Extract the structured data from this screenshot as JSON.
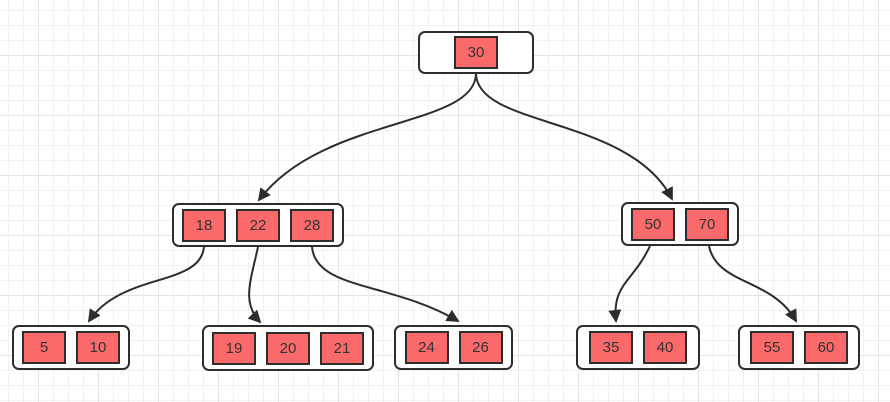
{
  "colors": {
    "key_fill": "#fa6a6a",
    "stroke": "#2d2d2d",
    "node_fill": "#ffffff",
    "text": "#333333",
    "grid_minor": "#f2f2f2",
    "grid_major": "#e4e4e4",
    "canvas_background": "#ffffff"
  },
  "tree": {
    "type": "b-tree",
    "nodes": [
      {
        "id": "root",
        "level": 0,
        "keys": [
          "30"
        ]
      },
      {
        "id": "internal-left",
        "level": 1,
        "keys": [
          "18",
          "22",
          "28"
        ]
      },
      {
        "id": "internal-right",
        "level": 1,
        "keys": [
          "50",
          "70"
        ]
      },
      {
        "id": "leaf-1",
        "level": 2,
        "keys": [
          "5",
          "10"
        ]
      },
      {
        "id": "leaf-2",
        "level": 2,
        "keys": [
          "19",
          "20",
          "21"
        ]
      },
      {
        "id": "leaf-3",
        "level": 2,
        "keys": [
          "24",
          "26"
        ]
      },
      {
        "id": "leaf-4",
        "level": 2,
        "keys": [
          "35",
          "40"
        ]
      },
      {
        "id": "leaf-5",
        "level": 2,
        "keys": [
          "55",
          "60"
        ]
      }
    ],
    "edges": [
      {
        "from": "root",
        "to": "internal-left"
      },
      {
        "from": "root",
        "to": "internal-right"
      },
      {
        "from": "internal-left",
        "to": "leaf-1"
      },
      {
        "from": "internal-left",
        "to": "leaf-2"
      },
      {
        "from": "internal-left",
        "to": "leaf-3"
      },
      {
        "from": "internal-right",
        "to": "leaf-4"
      },
      {
        "from": "internal-right",
        "to": "leaf-5"
      }
    ]
  }
}
